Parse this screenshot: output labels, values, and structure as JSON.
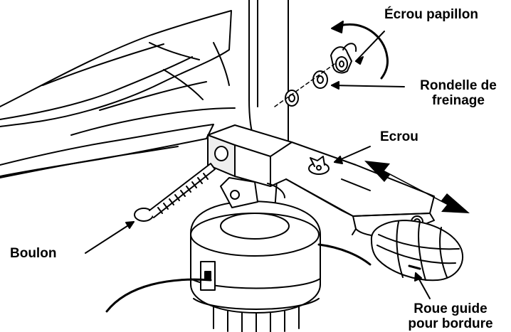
{
  "colors": {
    "ink": "#000000",
    "paper": "#ffffff",
    "shade": "#e6e6e6"
  },
  "labels": {
    "wing_nut": "Écrou papillon",
    "lock_washer_l1": "Rondelle de",
    "lock_washer_l2": "freinage",
    "nut": "Ecrou",
    "bolt": "Boulon",
    "guide_wheel_l1": "Roue guide",
    "guide_wheel_l2": "pour bordure"
  },
  "icons": [
    "rotation-arrow-icon",
    "double-arrow-icon"
  ]
}
